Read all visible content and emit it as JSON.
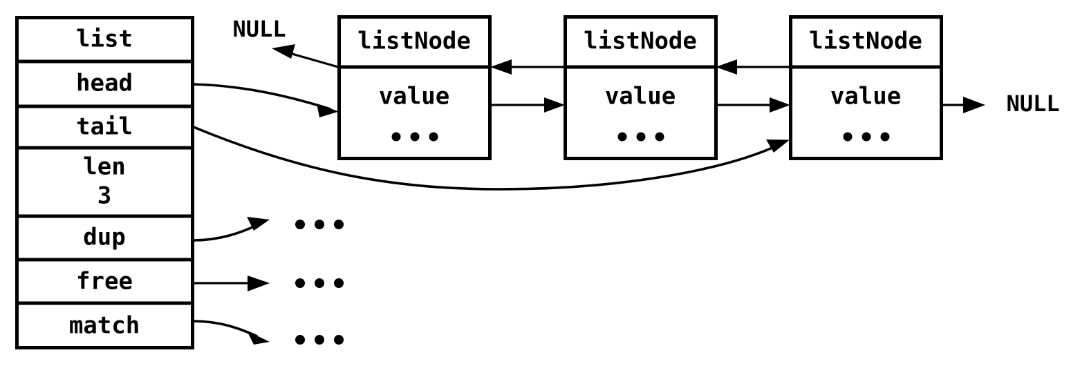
{
  "diagram": {
    "title": "redis list structure diagram",
    "colors": {
      "stroke": "#000000",
      "background": "#ffffff"
    },
    "struct": {
      "name": "list-struct-box",
      "fields": [
        {
          "key": "type",
          "label": "list"
        },
        {
          "key": "head",
          "label": "head"
        },
        {
          "key": "tail",
          "label": "tail"
        },
        {
          "key": "len",
          "label": "len",
          "value": "3"
        },
        {
          "key": "dup",
          "label": "dup"
        },
        {
          "key": "free",
          "label": "free"
        },
        {
          "key": "match",
          "label": "match"
        }
      ]
    },
    "nodes": [
      {
        "id": "node1",
        "header": "listNode",
        "value": "value",
        "ellipsis": "..."
      },
      {
        "id": "node2",
        "header": "listNode",
        "value": "value",
        "ellipsis": "..."
      },
      {
        "id": "node3",
        "header": "listNode",
        "value": "value",
        "ellipsis": "..."
      }
    ],
    "terminators": [
      {
        "id": "prev-null",
        "label": "NULL"
      },
      {
        "id": "next-null",
        "label": "NULL"
      }
    ],
    "callback_targets": [
      {
        "id": "dup-target",
        "label": "..."
      },
      {
        "id": "free-target",
        "label": "..."
      },
      {
        "id": "match-target",
        "label": "..."
      }
    ],
    "pointers": [
      {
        "id": "head-pointer",
        "from": "head",
        "to": "node1"
      },
      {
        "id": "tail-pointer",
        "from": "tail",
        "to": "node3"
      },
      {
        "id": "dup-pointer",
        "from": "dup",
        "to": "dup-target"
      },
      {
        "id": "free-pointer",
        "from": "free",
        "to": "free-target"
      },
      {
        "id": "match-pointer",
        "from": "match",
        "to": "match-target"
      },
      {
        "id": "node1-prev",
        "from": "node1",
        "to": "prev-null"
      },
      {
        "id": "node1-next",
        "from": "node1",
        "to": "node2"
      },
      {
        "id": "node2-prev",
        "from": "node2",
        "to": "node1"
      },
      {
        "id": "node2-next",
        "from": "node2",
        "to": "node3"
      },
      {
        "id": "node3-prev",
        "from": "node3",
        "to": "node2"
      },
      {
        "id": "node3-next",
        "from": "node3",
        "to": "next-null"
      }
    ]
  }
}
